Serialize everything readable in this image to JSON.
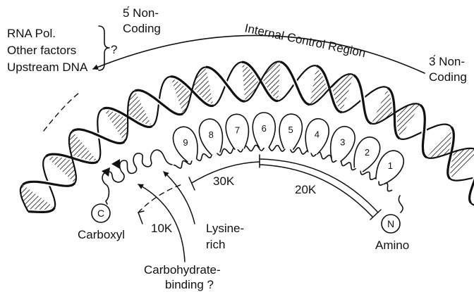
{
  "labels": {
    "five_prime_line1": "5́ Non-",
    "five_prime_line2": "Coding",
    "internal_control": "Internal Control Region",
    "three_prime_line1": "3́ Non-",
    "three_prime_line2": "Coding",
    "rna_pol": "RNA Pol.",
    "other_factors": "Other factors",
    "upstream_dna": "Upstream DNA",
    "question_mark": "?",
    "k30": "30K",
    "k20": "20K",
    "k10": "10K",
    "lysine_line1": "Lysine-",
    "lysine_line2": "rich",
    "carboxyl": "Carboxyl",
    "amino": "Amino",
    "carb_line1": "Carbohydrate-",
    "carb_line2": "binding ?",
    "c_terminus": "C",
    "n_terminus": "N"
  },
  "zinc_fingers": [
    "1",
    "2",
    "3",
    "4",
    "5",
    "6",
    "7",
    "8",
    "9"
  ],
  "colors": {
    "ink": "#111111",
    "background": "#ffffff"
  }
}
